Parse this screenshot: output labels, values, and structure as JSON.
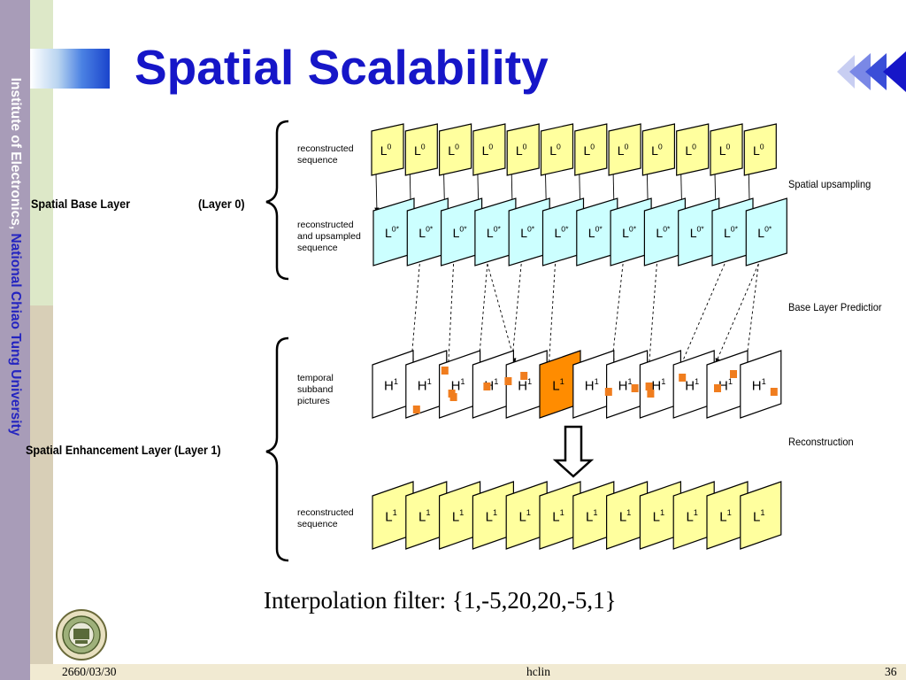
{
  "sidebar": {
    "institute": "Institute of Electronics,",
    "university": "National Chiao Tung University"
  },
  "title": "Spatial Scalability",
  "layers": {
    "base": {
      "label": "Spatial Base Layer",
      "sublabel": "(Layer 0)"
    },
    "enhancement": {
      "label": "Spatial Enhancement Layer (Layer 1)"
    }
  },
  "row_labels": {
    "reconstructed_sequence_0": "reconstructed\nsequence",
    "upsampled": "reconstructed\nand upsampled\nsequence",
    "temporal": "temporal\nsubband\npictures",
    "reconstructed_sequence_1": "reconstructed\nsequence"
  },
  "right_labels": {
    "spatial_upsampling": "Spatial upsampling",
    "base_layer_prediction": "Base Layer Predictior",
    "reconstruction": "Reconstruction"
  },
  "rows": {
    "l0": {
      "base": "L",
      "sup": "0",
      "count": 12
    },
    "l0star": {
      "base": "L",
      "sup": "0*",
      "count": 12
    },
    "h1": {
      "frames": [
        "H",
        "H",
        "H",
        "H",
        "H",
        "L",
        "H",
        "H",
        "H",
        "H",
        "H",
        "H"
      ],
      "sup": "1",
      "highlight_index": 5
    },
    "l1": {
      "base": "L",
      "sup": "1",
      "count": 12
    }
  },
  "colors": {
    "l0_fill": "#ffff9e",
    "l0star_fill": "#ccffff",
    "h1_fill": "#ffffff",
    "highlight_fill": "#ff8c00",
    "l1_fill": "#ffff9e",
    "mv_block": "#f07d1e"
  },
  "interpolation": "Interpolation filter: {1,-5,20,20,-5,1}",
  "footer": {
    "date": "2660/03/30",
    "author": "hclin",
    "page": "36"
  }
}
